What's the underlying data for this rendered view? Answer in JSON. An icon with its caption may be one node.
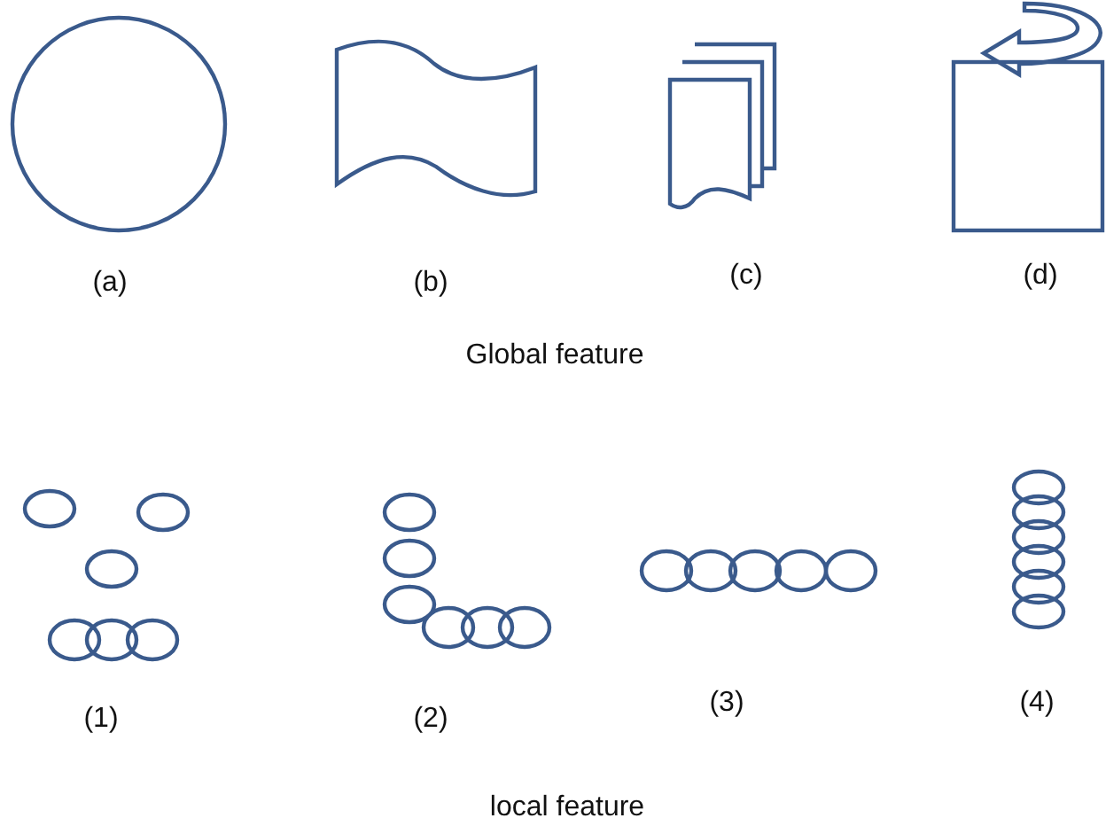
{
  "diagram": {
    "labels": [
      "(a)",
      "(b)",
      "(c)",
      "(d)",
      "Global feature",
      "(1)",
      "(2)",
      "(3)",
      "(4)",
      "local feature"
    ]
  }
}
